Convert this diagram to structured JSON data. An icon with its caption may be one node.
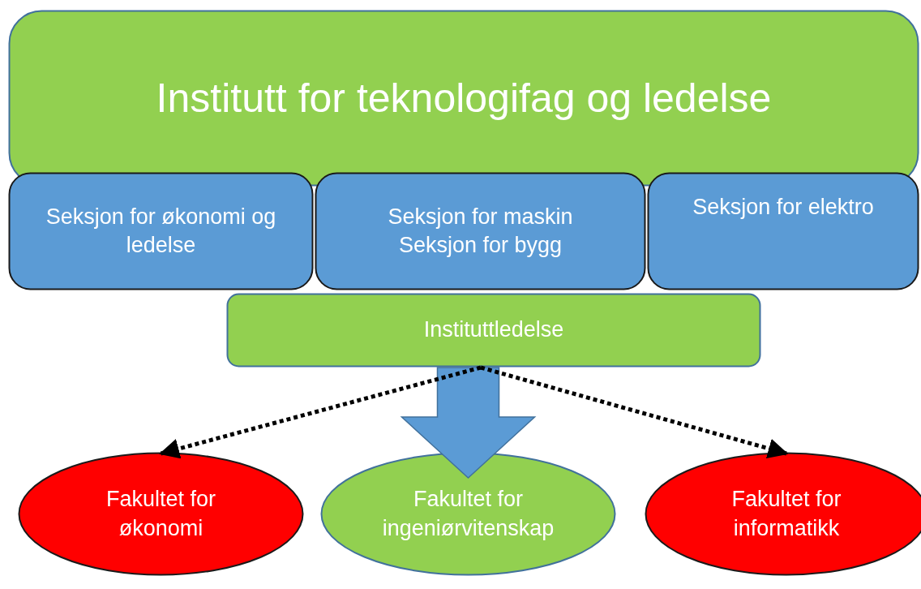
{
  "diagram": {
    "nodes": [
      {
        "text": [
          "Institutt for teknologifag og ledelse"
        ]
      },
      {
        "text": [
          "Seksjon for økonomi og ledelse"
        ]
      },
      {
        "text": [
          "Seksjon for maskin",
          "Seksjon for bygg"
        ]
      },
      {
        "text": [
          "Seksjon for elektro"
        ]
      },
      {
        "text": [
          "Instituttledelse"
        ]
      },
      {
        "text": [
          "Fakultet for økonomi"
        ]
      },
      {
        "text": [
          "Fakultet for ingeniørvitenskap"
        ]
      },
      {
        "text": [
          "Fakultet for informatikk"
        ]
      }
    ],
    "edges": [
      {
        "from": 4,
        "to": 5,
        "arrow": "to",
        "style": "dashed"
      },
      {
        "from": 4,
        "to": 6,
        "arrow": "to",
        "style": "thick",
        "color": "#5b9bd5"
      },
      {
        "from": 4,
        "to": 7,
        "arrow": "to",
        "style": "dashed"
      }
    ]
  }
}
